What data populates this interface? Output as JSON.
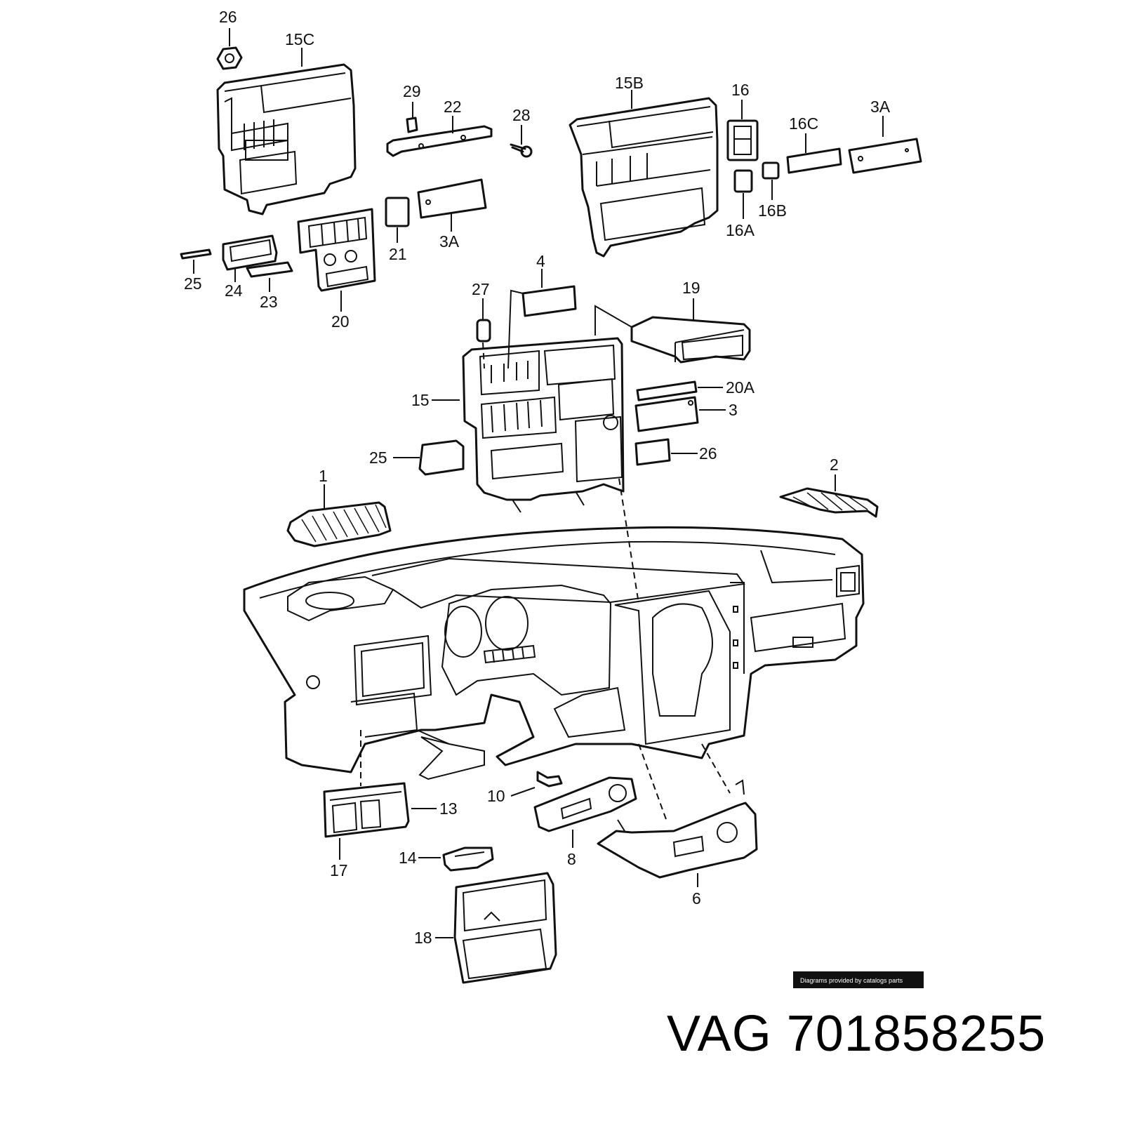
{
  "callouts": {
    "c26_top": "26",
    "c15C": "15C",
    "c29": "29",
    "c22": "22",
    "c28": "28",
    "c15B": "15B",
    "c16": "16",
    "c16C": "16C",
    "c3A_right": "3A",
    "c16A": "16A",
    "c16B": "16B",
    "c21": "21",
    "c3A_left": "3A",
    "c25_top": "25",
    "c24": "24",
    "c23": "23",
    "c20": "20",
    "c4": "4",
    "c27": "27",
    "c19": "19",
    "c20A": "20A",
    "c15": "15",
    "c3": "3",
    "c25_mid": "25",
    "c26_mid": "26",
    "c1": "1",
    "c2": "2",
    "c10": "10",
    "c13": "13",
    "c17": "17",
    "c8": "8",
    "c14": "14",
    "c6": "6",
    "c18": "18"
  },
  "credit": {
    "text": "Diagrams provided by catalogs parts"
  },
  "footer": {
    "brand": "VAG",
    "part_number": "701858255"
  }
}
